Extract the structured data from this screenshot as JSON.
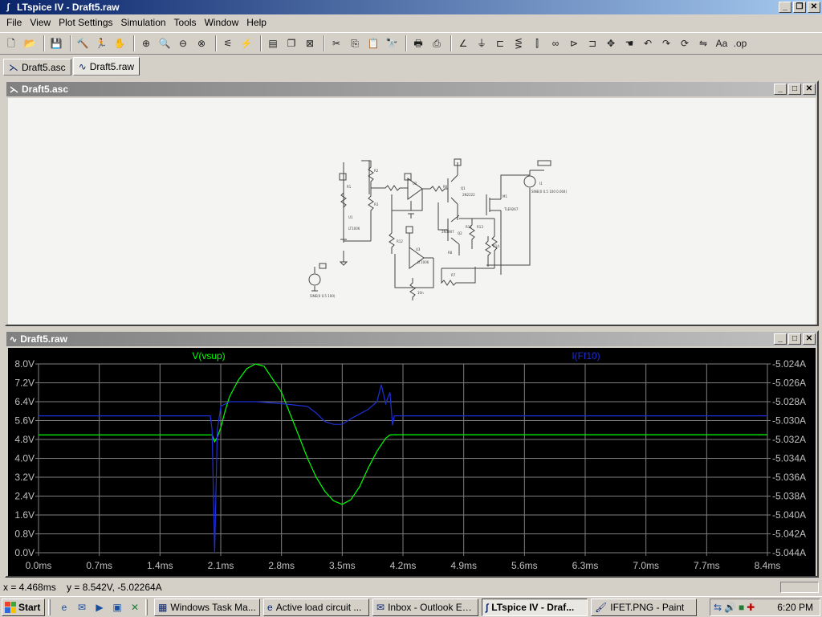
{
  "window": {
    "title": "LTspice IV - Draft5.raw"
  },
  "menu": [
    "File",
    "View",
    "Plot Settings",
    "Simulation",
    "Tools",
    "Window",
    "Help"
  ],
  "toolbar": {
    "groups": [
      [
        "new-schematic-icon",
        "open-icon"
      ],
      [
        "save-icon"
      ],
      [
        "control-panel-icon",
        "run-icon",
        "halt-icon"
      ],
      [
        "zoom-in-icon",
        "zoom-pan-icon",
        "zoom-out-icon",
        "zoom-fit-icon"
      ],
      [
        "autorange-icon",
        "measure-icon"
      ],
      [
        "tile-horizontal-icon",
        "cascade-icon",
        "close-all-icon"
      ],
      [
        "cut-icon",
        "copy-icon",
        "paste-icon",
        "find-icon"
      ],
      [
        "print-setup-icon",
        "print-icon"
      ],
      [
        "wire-icon",
        "ground-icon",
        "label-icon",
        "resistor-icon",
        "capacitor-icon",
        "inductor-icon",
        "diode-icon",
        "component-icon",
        "move-icon",
        "drag-icon",
        "undo-icon",
        "redo-icon",
        "rotate-icon",
        "mirror-icon",
        "text-icon",
        "spice-directive-icon"
      ]
    ]
  },
  "tabs": [
    {
      "label": "Draft5.asc",
      "active": false
    },
    {
      "label": "Draft5.raw",
      "active": true
    }
  ],
  "schematic_window": {
    "title": "Draft5.asc"
  },
  "plot_window": {
    "title": "Draft5.raw",
    "traces": [
      {
        "name": "V(vsup)",
        "color": "#00ff00"
      },
      {
        "name": "I(Ff10)",
        "color": "#1f2fd8"
      }
    ],
    "grid_color": "#7f7f7f"
  },
  "chart_data": {
    "type": "line",
    "x_ticks": [
      "0.0ms",
      "0.7ms",
      "1.4ms",
      "2.1ms",
      "2.8ms",
      "3.5ms",
      "4.2ms",
      "4.9ms",
      "5.6ms",
      "6.3ms",
      "7.0ms",
      "7.7ms",
      "8.4ms"
    ],
    "y_left_ticks": [
      "0.0V",
      "0.8V",
      "1.6V",
      "2.4V",
      "3.2V",
      "4.0V",
      "4.8V",
      "5.6V",
      "6.4V",
      "7.2V",
      "8.0V"
    ],
    "y_right_ticks": [
      "-5.044A",
      "-5.042A",
      "-5.040A",
      "-5.038A",
      "-5.036A",
      "-5.034A",
      "-5.032A",
      "-5.030A",
      "-5.028A",
      "-5.026A",
      "-5.024A"
    ],
    "xlim": [
      0,
      8.4
    ],
    "ylim_left": [
      0,
      8.0
    ],
    "ylim_right": [
      -5.044,
      -5.024
    ],
    "series": [
      {
        "name": "V(vsup)",
        "axis": "left",
        "x": [
          0,
          2.0,
          2.03,
          2.06,
          2.1,
          2.15,
          2.2,
          2.3,
          2.4,
          2.5,
          2.6,
          2.8,
          3.0,
          3.1,
          3.2,
          3.3,
          3.4,
          3.5,
          3.6,
          3.7,
          3.8,
          3.9,
          4.0,
          4.05,
          4.1,
          8.4
        ],
        "values": [
          4.99,
          4.99,
          4.7,
          4.9,
          5.3,
          6.0,
          6.6,
          7.3,
          7.8,
          8.0,
          7.9,
          6.8,
          4.95,
          4.0,
          3.2,
          2.6,
          2.2,
          2.05,
          2.25,
          2.8,
          3.6,
          4.3,
          4.85,
          4.99,
          5.0,
          5.0
        ]
      },
      {
        "name": "I(Ff10)",
        "axis": "right",
        "x": [
          0,
          1.98,
          2.0,
          2.03,
          2.06,
          2.1,
          2.2,
          2.5,
          2.8,
          3.1,
          3.2,
          3.3,
          3.4,
          3.5,
          3.6,
          3.7,
          3.8,
          3.9,
          3.95,
          4.0,
          4.05,
          4.08,
          4.1,
          8.4
        ],
        "values": [
          -5.0295,
          -5.0295,
          -5.031,
          -5.044,
          -5.031,
          -5.0285,
          -5.028,
          -5.028,
          -5.0282,
          -5.0285,
          -5.0292,
          -5.0301,
          -5.0304,
          -5.0304,
          -5.0298,
          -5.0293,
          -5.0288,
          -5.028,
          -5.0262,
          -5.0282,
          -5.027,
          -5.0305,
          -5.0295,
          -5.0295
        ]
      }
    ]
  },
  "statusbar": {
    "text": "x = 4.468ms    y = 8.542V, -5.02264A"
  },
  "taskbar": {
    "start": "Start",
    "tasks": [
      {
        "label": "Windows Task Ma...",
        "icon": "task-manager-icon",
        "active": false
      },
      {
        "label": "Active load circuit ...",
        "icon": "ie-icon",
        "active": false
      },
      {
        "label": "Inbox - Outlook Ex...",
        "icon": "outlook-icon",
        "active": false
      },
      {
        "label": "LTspice IV - Draf...",
        "icon": "ltspice-icon",
        "active": true
      },
      {
        "label": "IFET.PNG - Paint",
        "icon": "paint-icon",
        "active": false
      }
    ],
    "clock": "6:20 PM"
  }
}
